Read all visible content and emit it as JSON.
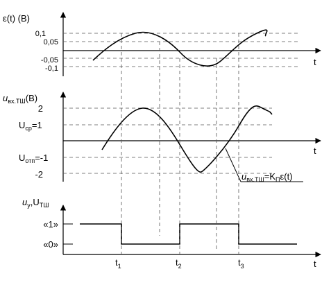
{
  "panel_eps": {
    "ylabel": "ε(t) (В)",
    "ticks": [
      "0,1",
      "0,05",
      "-0,05",
      "-0,1"
    ],
    "xlabel": "t"
  },
  "panel_uvx": {
    "ylabel_main": "u",
    "ylabel_sub": "вх.ТШ",
    "ylabel_unit": "(В)",
    "tick_2": "2",
    "tick_ucp": "U",
    "tick_ucp_sub": "ср",
    "tick_ucp_val": "=1",
    "tick_uotp": "U",
    "tick_uotp_sub": "отп",
    "tick_uotp_val": "=-1",
    "tick_m2": "-2",
    "xlabel": "t",
    "formula_main": "u",
    "formula_sub": "вх.ТШ",
    "formula_eq": "=K",
    "formula_sub2": "П",
    "formula_tail": "ε(t)"
  },
  "panel_uy": {
    "ylabel": "u",
    "ylabel_sub": "у",
    "ylabel_tail": ",U",
    "ylabel_sub2": "ТШ",
    "level_1": "«1»",
    "level_0": "«0»",
    "xlabel": "t"
  },
  "time_marks": [
    {
      "main": "t",
      "sub": "1"
    },
    {
      "main": "t",
      "sub": "2"
    },
    {
      "main": "t",
      "sub": "3"
    }
  ]
}
